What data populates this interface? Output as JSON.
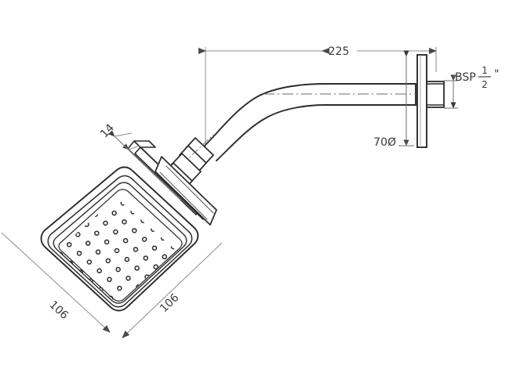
{
  "drawing": {
    "title": "Wall-mounted square shower head technical drawing",
    "background_color": "#ffffff",
    "line_color": "#2b2b2b",
    "dimension_line_color": "#6e6e6e",
    "text_color": "#3a3a3a",
    "views": [
      {
        "name": "side-elevation",
        "description": "Shower arm side view with wall flange"
      },
      {
        "name": "isometric-head",
        "description": "Square shower head isometric view"
      }
    ]
  },
  "dimensions": {
    "arm_projection": {
      "label": "225",
      "units": "mm",
      "view": "side-elevation"
    },
    "thread_spec": {
      "prefix": "BSP",
      "numerator": "1",
      "denominator": "2",
      "suffix": "\""
    },
    "flange_diameter": {
      "label": "70Ø",
      "units": "mm",
      "view": "side-elevation"
    },
    "head_thickness": {
      "label": "14",
      "units": "mm",
      "view": "isometric-head"
    },
    "head_width": {
      "label": "106",
      "units": "mm",
      "view": "isometric-head"
    },
    "head_depth": {
      "label": "106",
      "units": "mm",
      "view": "isometric-head"
    }
  },
  "nozzle_face": {
    "rows": 9,
    "columns": 9,
    "nozzle_shape": "circle"
  }
}
